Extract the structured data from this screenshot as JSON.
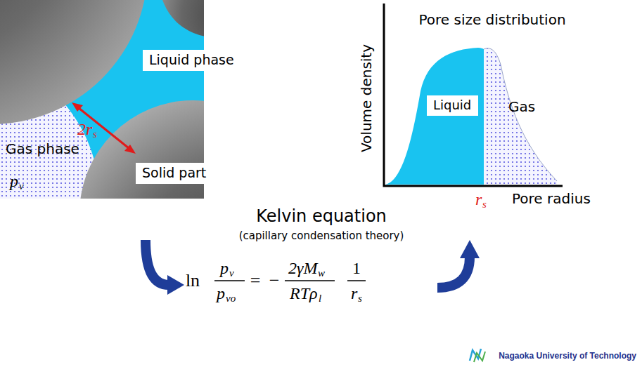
{
  "diagram": {
    "nodes": [
      {
        "text": [
          "Liquid phase"
        ]
      },
      {
        "text": [
          "Solid part"
        ]
      },
      {
        "text": [
          "Liquid"
        ]
      }
    ],
    "labels": [
      "Gas phase",
      "p",
      "v",
      "2r",
      "s",
      "Pore size distribution",
      "Volume density",
      "Gas",
      "r",
      "s",
      "Pore radius",
      "Kelvin equation",
      "(capillary condensation theory)",
      "ln",
      "p",
      "v",
      "p",
      "vo",
      "=",
      "−",
      "2γM",
      "w",
      "RTρ",
      "l",
      "1",
      "r",
      "s",
      "Nagaoka University of Technology"
    ]
  }
}
